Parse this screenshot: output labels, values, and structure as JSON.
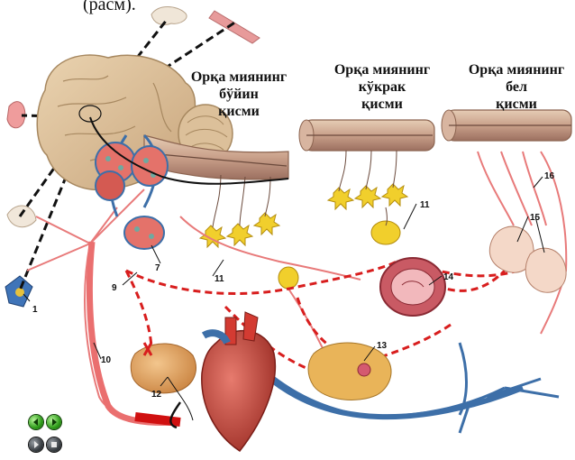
{
  "top_fragment": "(расм).",
  "headers": {
    "lumbar": {
      "line1": "Орқа миянинг бўйин",
      "line2": "қисми"
    },
    "thoracic": {
      "line1": "Орқа миянинг кўкрак",
      "line2": "қисми"
    },
    "sacral": {
      "line1": "Орқа миянинг бел",
      "line2": "қисми"
    }
  },
  "labels": [
    "1",
    "7",
    "9",
    "10",
    "11",
    "11",
    "12",
    "13",
    "14",
    "15",
    "16"
  ],
  "controls": {
    "prev_icon": "rewind-icon",
    "next_icon": "forward-icon",
    "play_icon": "play-icon",
    "stop_icon": "stop-icon"
  },
  "colors": {
    "brain": "#d9b98f",
    "cord": "#c9a98a",
    "nerve_red": "#e06060",
    "dashed_red": "#d81e1e",
    "vein_blue": "#3d6fa8",
    "ganglion_yellow": "#f1cf2c",
    "heart": "#c4483d",
    "gland_pink": "#e7a7a0"
  }
}
